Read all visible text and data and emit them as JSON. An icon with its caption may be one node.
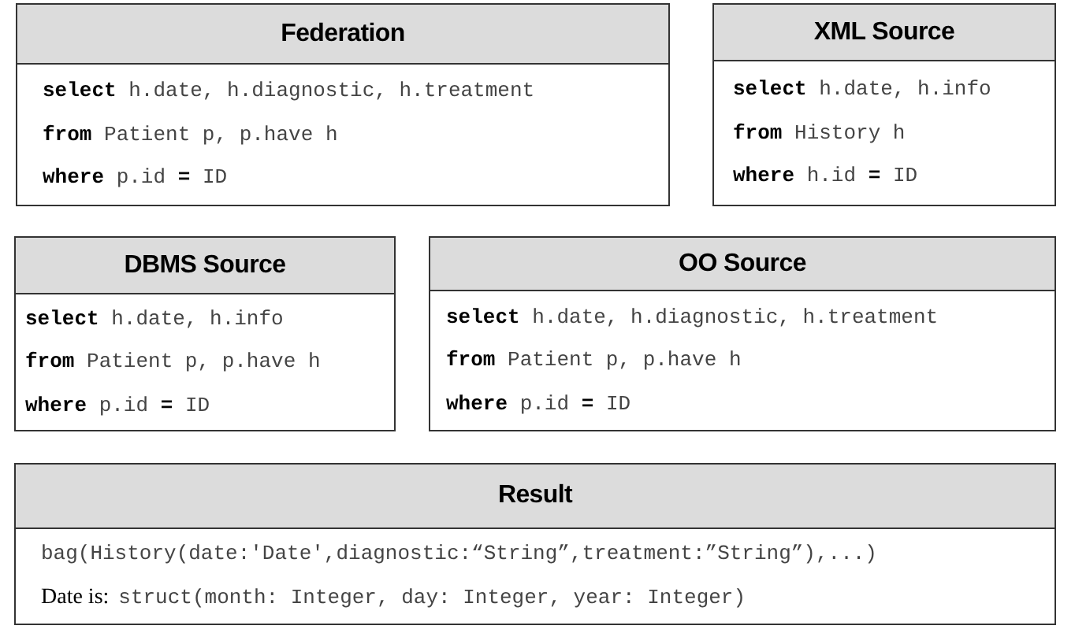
{
  "diagram": {
    "nodes": [
      {
        "text": [
          "Federation",
          "**select** h.date, h.diagnostic, h.treatment",
          "**from** Patient p, p.have h",
          "**where** p.id **=** ID"
        ]
      },
      {
        "text": [
          "XML Source",
          "**select** h.date, h.info",
          "**from** History h",
          "**where** h.id **=** ID"
        ]
      },
      {
        "text": [
          "DBMS Source",
          "**select** h.date, h.info",
          "**from** Patient p, p.have h",
          "**where** p.id **=** ID"
        ]
      },
      {
        "text": [
          "OO Source",
          "**select** h.date, h.diagnostic, h.treatment",
          "**from** Patient p, p.have h",
          "**where** p.id **=** ID"
        ]
      },
      {
        "text": [
          "Result",
          "bag(History(date:'Date',diagnostic:“String”,treatment:”String”),...)",
          "Date is:",
          "struct(month: Integer, day: Integer, year: Integer)"
        ]
      }
    ]
  }
}
